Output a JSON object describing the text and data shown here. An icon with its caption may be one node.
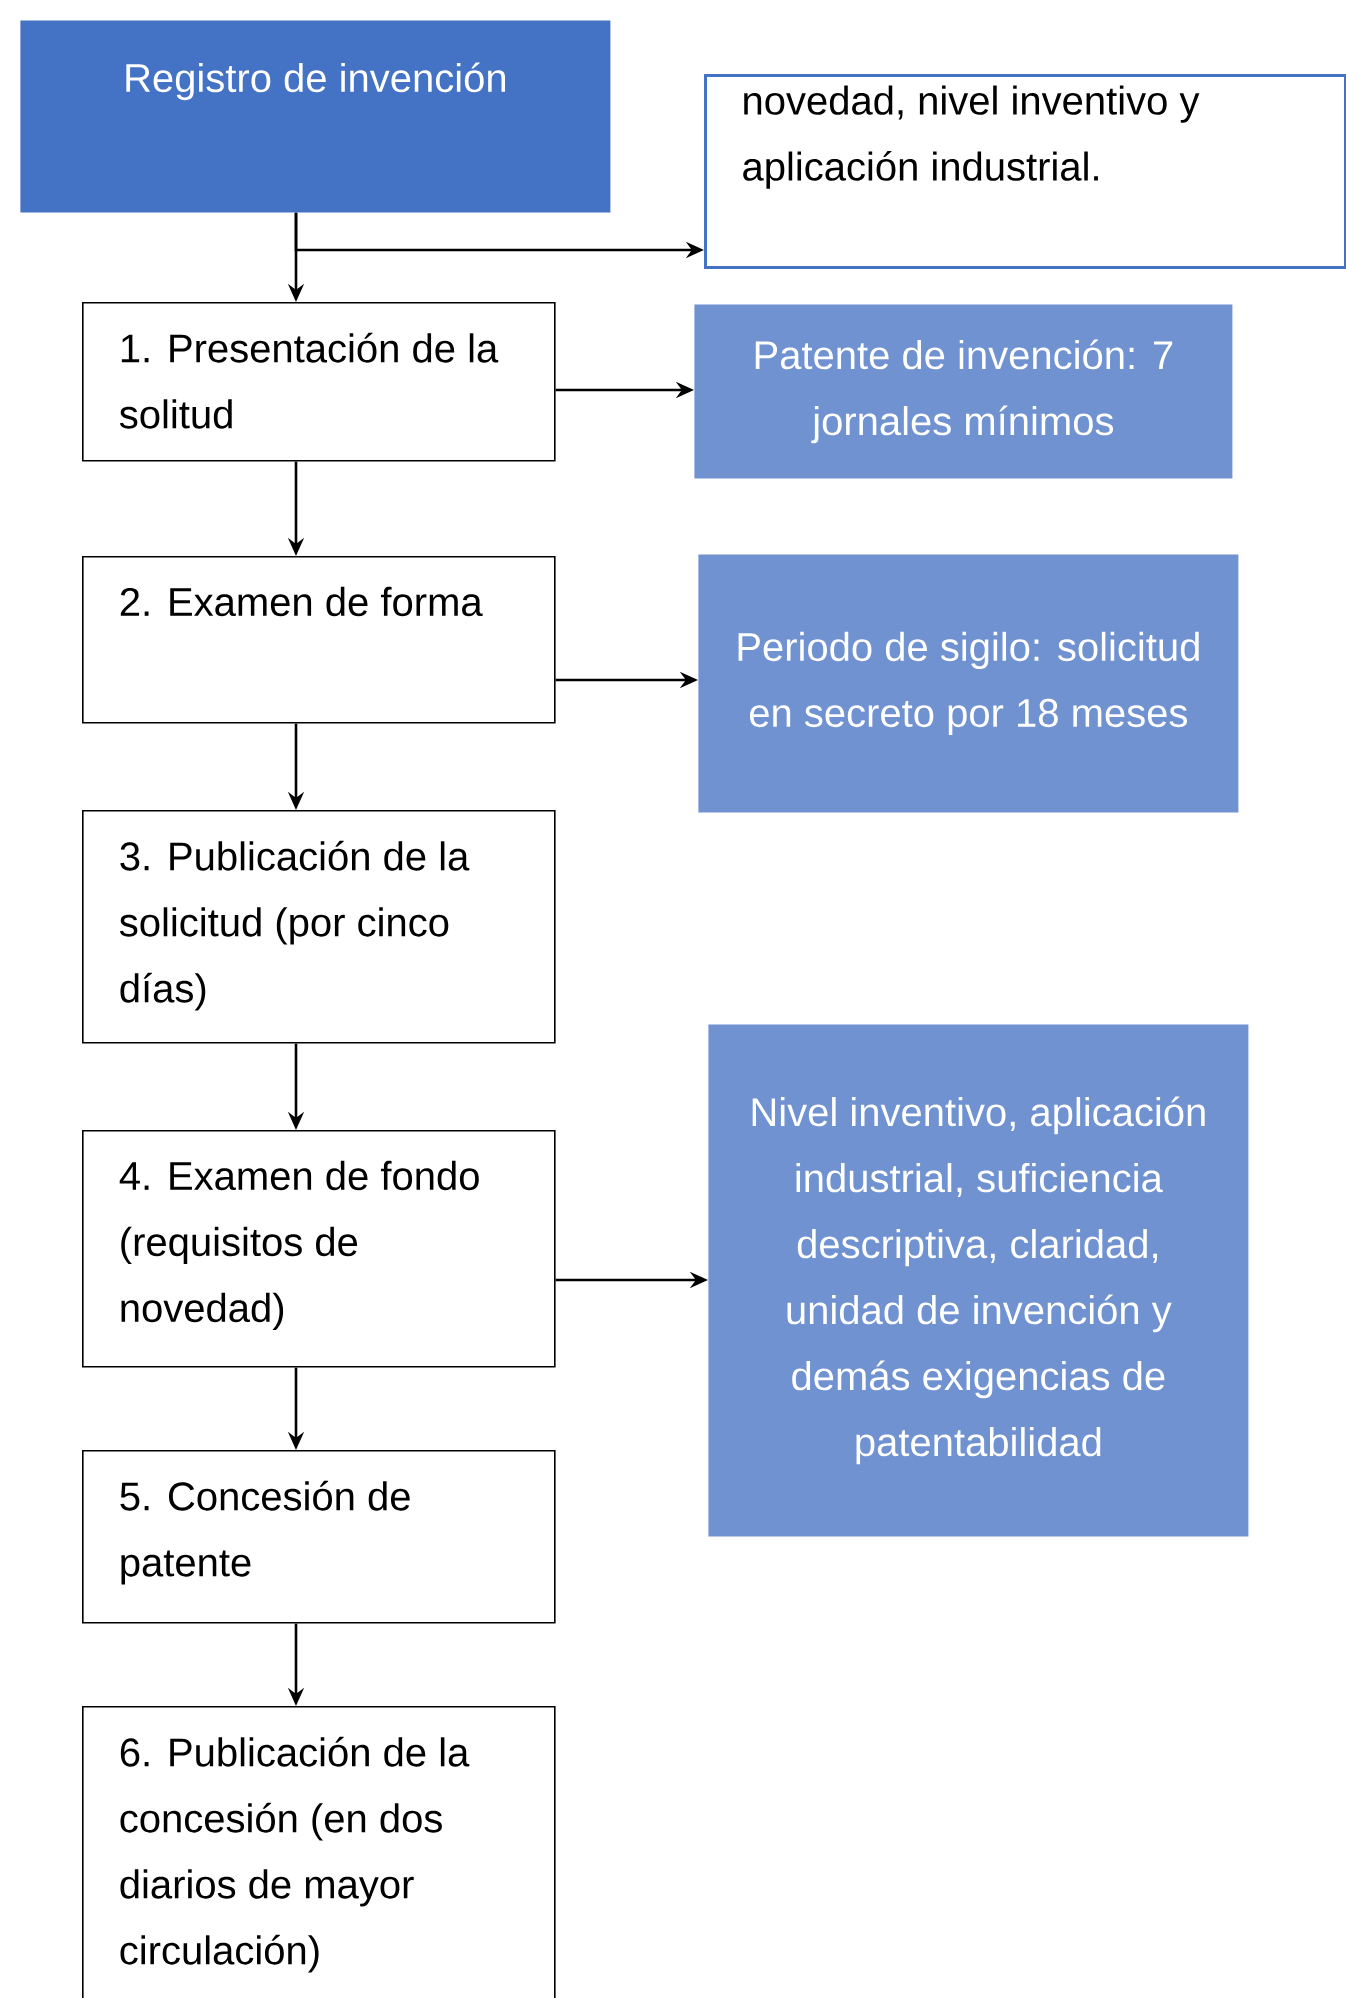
{
  "diagram": {
    "nodes": [
      {
        "text": [
          "Registro de invención"
        ]
      },
      {
        "text": [
          "novedad, nivel inventivo y aplicación industrial."
        ]
      },
      {
        "text": [
          "1. Presentación de la solitud"
        ]
      },
      {
        "text": [
          "Patente de invención: 7 jornales mínimos"
        ]
      },
      {
        "text": [
          "2. Examen de forma"
        ]
      },
      {
        "text": [
          "Periodo de sigilo: solicitud en secreto por 18 meses"
        ]
      },
      {
        "text": [
          "3. Publicación de la solicitud (por cinco días)"
        ]
      },
      {
        "text": [
          "4. Examen de fondo (requisitos de novedad)"
        ]
      },
      {
        "text": [
          "Nivel inventivo, aplicación industrial, suficiencia descriptiva, claridad, unidad de invención y demás exigencias de patentabilidad"
        ]
      },
      {
        "text": [
          "5. Concesión de patente"
        ]
      },
      {
        "text": [
          "6. Publicación de la concesión (en dos diarios de mayor circulación)"
        ]
      }
    ],
    "edges": [
      {
        "from": 0,
        "to": 2,
        "arrow": "to"
      },
      {
        "from": 0,
        "to": 1,
        "arrow": "to"
      },
      {
        "from": 2,
        "to": 3,
        "arrow": "to"
      },
      {
        "from": 2,
        "to": 4,
        "arrow": "to"
      },
      {
        "from": 4,
        "to": 5,
        "arrow": "to"
      },
      {
        "from": 4,
        "to": 6,
        "arrow": "to"
      },
      {
        "from": 6,
        "to": 7,
        "arrow": "to"
      },
      {
        "from": 7,
        "to": 8,
        "arrow": "to"
      },
      {
        "from": 7,
        "to": 9,
        "arrow": "to"
      },
      {
        "from": 9,
        "to": 10,
        "arrow": "to"
      }
    ]
  }
}
